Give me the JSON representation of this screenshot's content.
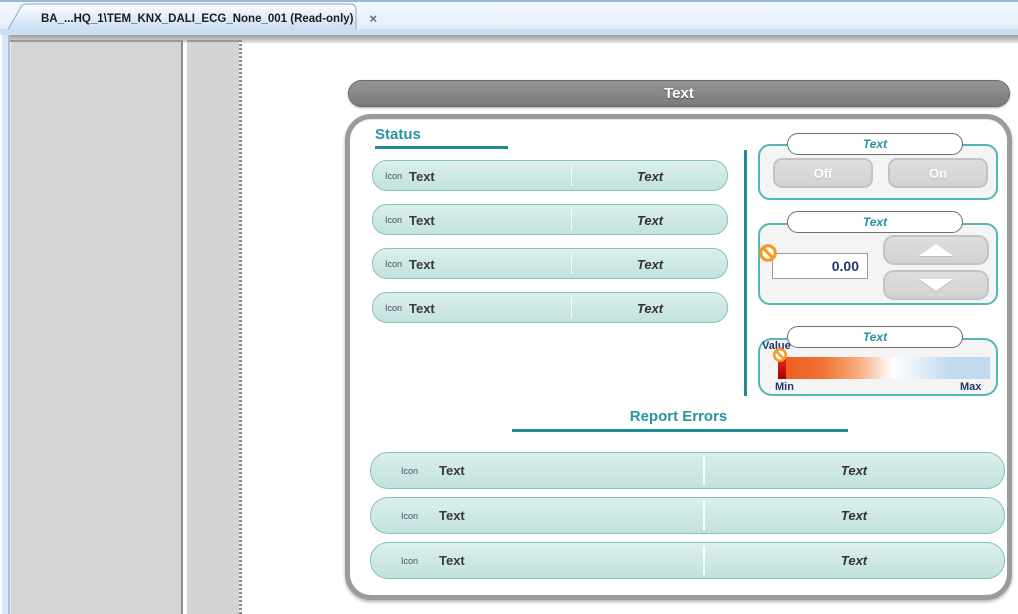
{
  "tab": {
    "title": "BA_...HQ_1\\TEM_KNX_DALI_ECG_None_001 (Read-only)",
    "close_glyph": "×"
  },
  "header": {
    "title": "Text"
  },
  "status": {
    "heading": "Status",
    "rows": [
      {
        "icon": "Icon",
        "label": "Text",
        "value": "Text"
      },
      {
        "icon": "Icon",
        "label": "Text",
        "value": "Text"
      },
      {
        "icon": "Icon",
        "label": "Text",
        "value": "Text"
      },
      {
        "icon": "Icon",
        "label": "Text",
        "value": "Text"
      }
    ]
  },
  "controls": {
    "switch_group": {
      "title": "Text",
      "off_label": "Off",
      "on_label": "On"
    },
    "spinner_group": {
      "title": "Text",
      "value": "0.00"
    },
    "gauge_group": {
      "title": "Text",
      "value_label": "Value",
      "min_label": "Min",
      "max_label": "Max"
    }
  },
  "report_errors": {
    "heading": "Report Errors",
    "rows": [
      {
        "icon": "Icon",
        "label": "Text",
        "value": "Text"
      },
      {
        "icon": "Icon",
        "label": "Text",
        "value": "Text"
      },
      {
        "icon": "Icon",
        "label": "Text",
        "value": "Text"
      }
    ]
  },
  "colors": {
    "teal_accent": "#1d8a96",
    "teal_heading": "#2a93a0",
    "row_fill": "#c9e6e2",
    "row_border": "#85c3bd",
    "header_gray": "#858585",
    "group_border": "#54b6b6",
    "navy_value": "#20386a",
    "gradient_orange": "#ed5a1c",
    "gradient_blue": "#c3daee",
    "no_entry_orange": "#f59a23",
    "tab_blue": "#cce0f5"
  }
}
